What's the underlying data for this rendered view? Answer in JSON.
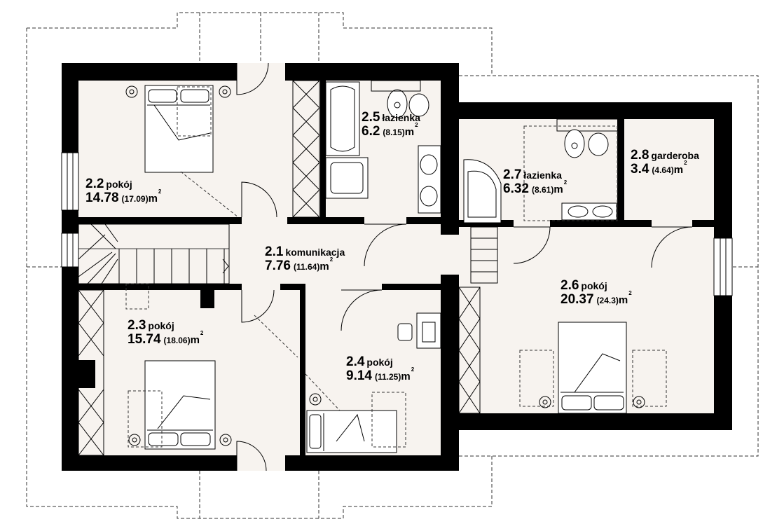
{
  "rooms": [
    {
      "id": "2.1",
      "number": "2.1",
      "name": "komunikacja",
      "area": "7.76",
      "gross": "(11.64)",
      "unit": "m",
      "unit_exp": "2"
    },
    {
      "id": "2.2",
      "number": "2.2",
      "name": "pokój",
      "area": "14.78",
      "gross": "(17.09)",
      "unit": "m",
      "unit_exp": "2"
    },
    {
      "id": "2.3",
      "number": "2.3",
      "name": "pokój",
      "area": "15.74",
      "gross": "(18.06)",
      "unit": "m",
      "unit_exp": "2"
    },
    {
      "id": "2.4",
      "number": "2.4",
      "name": "pokój",
      "area": "9.14",
      "gross": "(11.25)",
      "unit": "m",
      "unit_exp": "2"
    },
    {
      "id": "2.5",
      "number": "2.5",
      "name": "łazienka",
      "area": "6.2",
      "gross": "(8.15)",
      "unit": "m",
      "unit_exp": "2"
    },
    {
      "id": "2.6",
      "number": "2.6",
      "name": "pokój",
      "area": "20.37",
      "gross": "(24.3)",
      "unit": "m",
      "unit_exp": "2"
    },
    {
      "id": "2.7",
      "number": "2.7",
      "name": "łazienka",
      "area": "6.32",
      "gross": "(8.61)",
      "unit": "m",
      "unit_exp": "2"
    },
    {
      "id": "2.8",
      "number": "2.8",
      "name": "garderoba",
      "area": "3.4",
      "gross": "(4.64)",
      "unit": "m",
      "unit_exp": "2"
    }
  ],
  "colors": {
    "wall": "#000000",
    "floor": "#f7f3ef",
    "line": "#000000",
    "dash": "#333333"
  }
}
